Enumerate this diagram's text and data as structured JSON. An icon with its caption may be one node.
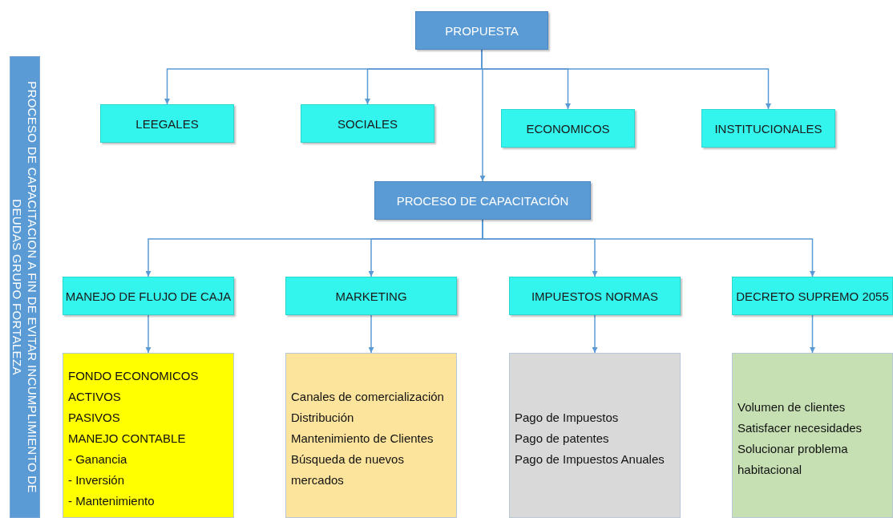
{
  "diagram": {
    "nodes": [
      {
        "text": [
          "PROPUESTA"
        ]
      },
      {
        "text": [
          "LEEGALES"
        ]
      },
      {
        "text": [
          "SOCIALES"
        ]
      },
      {
        "text": [
          "ECONOMICOS"
        ]
      },
      {
        "text": [
          "INSTITUCIONALES"
        ]
      },
      {
        "text": [
          "PROCESO DE CAPACITACIÓN"
        ]
      },
      {
        "text": [
          "MANEJO DE FLUJO DE CAJA"
        ]
      },
      {
        "text": [
          "MARKETING"
        ]
      },
      {
        "text": [
          "IMPUESTOS NORMAS"
        ]
      },
      {
        "text": [
          "DECRETO SUPREMO 2055"
        ]
      },
      {
        "text": [
          "FONDO ECONOMICOS",
          "ACTIVOS",
          "PASIVOS",
          "MANEJO CONTABLE",
          "- Ganancia",
          "- Inversión",
          "- Mantenimiento"
        ]
      },
      {
        "text": [
          "Canales de comercialización",
          "Distribución",
          "Mantenimiento de Clientes",
          "Búsqueda de nuevos mercados"
        ]
      },
      {
        "text": [
          "Pago de Impuestos",
          "Pago de patentes",
          "Pago de Impuestos Anuales"
        ]
      },
      {
        "text": [
          "Volumen de clientes",
          "Satisfacer necesidades",
          "Solucionar problema habitacional"
        ]
      },
      {
        "text": [
          "PROCESO DE CAPACITACION A FIN DE EVITAR INCUMPLIMIENTO DE DEUDAS GRUPO FORTALEZA"
        ]
      }
    ],
    "edges": [
      {
        "from": 0,
        "to": 1,
        "arrow": "to"
      },
      {
        "from": 0,
        "to": 2,
        "arrow": "to"
      },
      {
        "from": 0,
        "to": 3,
        "arrow": "to"
      },
      {
        "from": 0,
        "to": 4,
        "arrow": "to"
      },
      {
        "from": 0,
        "to": 5,
        "arrow": "to"
      },
      {
        "from": 5,
        "to": 6,
        "arrow": "to"
      },
      {
        "from": 5,
        "to": 7,
        "arrow": "to"
      },
      {
        "from": 5,
        "to": 8,
        "arrow": "to"
      },
      {
        "from": 5,
        "to": 9,
        "arrow": "to"
      },
      {
        "from": 6,
        "to": 10,
        "arrow": "to"
      },
      {
        "from": 7,
        "to": 11,
        "arrow": "to"
      },
      {
        "from": 8,
        "to": 12,
        "arrow": "to"
      },
      {
        "from": 9,
        "to": 13,
        "arrow": "to"
      }
    ]
  }
}
